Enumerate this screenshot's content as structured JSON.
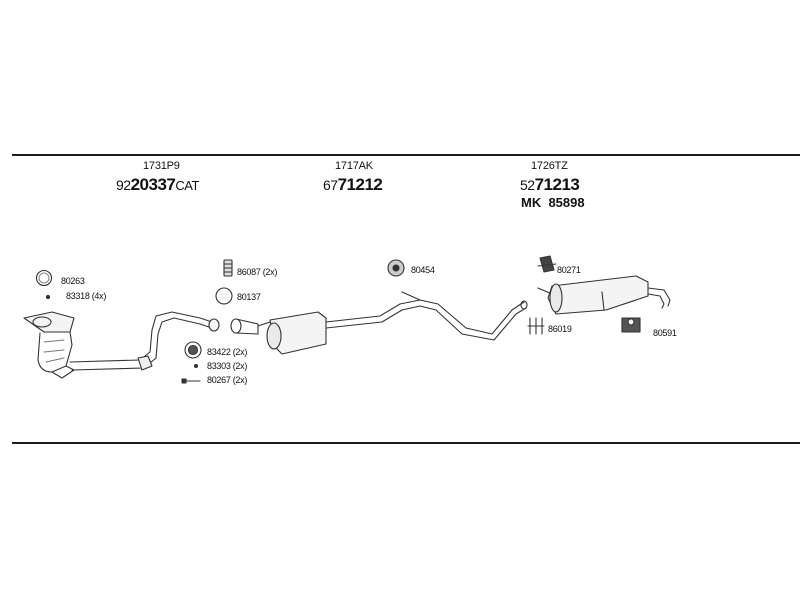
{
  "groups": [
    {
      "code": "1731P9",
      "prefix": "92",
      "number": "20337",
      "suffix": "CAT"
    },
    {
      "code": "1717AK",
      "prefix": "67",
      "number": "71212",
      "suffix": ""
    },
    {
      "code": "1726TZ",
      "prefix": "52",
      "number": "71213",
      "suffix": "",
      "extra": "MK  85898"
    }
  ],
  "parts": [
    {
      "label": "80263"
    },
    {
      "label": "83318 (4x)"
    },
    {
      "label": "86087 (2x)"
    },
    {
      "label": "80137"
    },
    {
      "label": "83422 (2x)"
    },
    {
      "label": "83303 (2x)"
    },
    {
      "label": "80267 (2x)"
    },
    {
      "label": "80454"
    },
    {
      "label": "80271"
    },
    {
      "label": "86019"
    },
    {
      "label": "80591"
    }
  ]
}
